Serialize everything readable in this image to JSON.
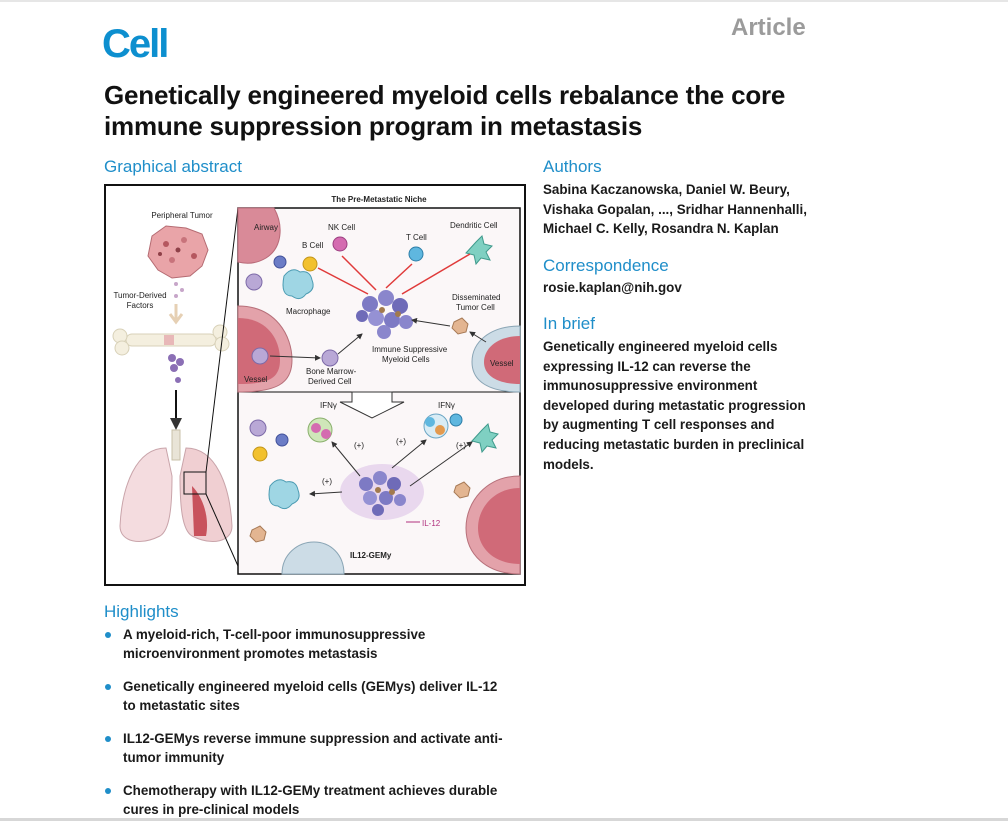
{
  "journal": {
    "logo": "Cell",
    "article_type": "Article"
  },
  "title": "Genetically engineered myeloid cells rebalance the core immune suppression program in metastasis",
  "graphical_abstract": {
    "heading": "Graphical abstract",
    "labels": {
      "peripheral_tumor": "Peripheral Tumor",
      "tumor_derived_factors": [
        "Tumor-Derived",
        "Factors"
      ],
      "niche_title": "The Pre-Metastatic Niche",
      "airway": "Airway",
      "nk_cell": "NK Cell",
      "dendritic_cell": "Dendritic Cell",
      "b_cell": "B Cell",
      "t_cell": "T Cell",
      "macrophage": "Macrophage",
      "disseminated_tumor_cell": [
        "Disseminated",
        "Tumor Cell"
      ],
      "vessel_left": "Vessel",
      "vessel_right": "Vessel",
      "bone_marrow_derived_cell": [
        "Bone Marrow-",
        "Derived Cell"
      ],
      "immune_suppressive_myeloid_cells": [
        "Immune Suppressive",
        "Myeloid Cells"
      ],
      "ifng_left": "IFNγ",
      "ifng_right": "IFNγ",
      "plus": "(+)",
      "il12": "IL-12",
      "il12_gemy": "IL12-GEMy"
    }
  },
  "authors": {
    "heading": "Authors",
    "lines": [
      "Sabina Kaczanowska, Daniel W. Beury,",
      "Vishaka Gopalan, ..., Sridhar Hannenhalli,",
      "Michael C. Kelly, Rosandra N. Kaplan"
    ]
  },
  "correspondence": {
    "heading": "Correspondence",
    "email": "rosie.kaplan@nih.gov"
  },
  "in_brief": {
    "heading": "In brief",
    "lines": [
      "Genetically engineered myeloid cells",
      "expressing IL-12 can reverse the",
      "immunosuppressive environment",
      "developed during metastatic progression",
      "by augmenting T cell responses and",
      "reducing metastatic burden in preclinical",
      "models."
    ]
  },
  "highlights": {
    "heading": "Highlights",
    "items": [
      {
        "line1": "A myeloid-rich, T-cell-poor immunosuppressive",
        "line2": "microenvironment promotes metastasis"
      },
      {
        "line1": "Genetically engineered myeloid cells (GEMys) deliver IL-12",
        "line2": "to metastatic sites"
      },
      {
        "line1": "IL12-GEMys reverse immune suppression and activate anti-",
        "line2": "tumor immunity"
      },
      {
        "line1": "Chemotherapy with IL12-GEMy treatment achieves durable",
        "line2": "cures in pre-clinical models"
      }
    ]
  },
  "colors": {
    "brand": "#0d8fcf",
    "section_heading": "#1f8ec9",
    "article_tag": "#9b9b9b"
  }
}
